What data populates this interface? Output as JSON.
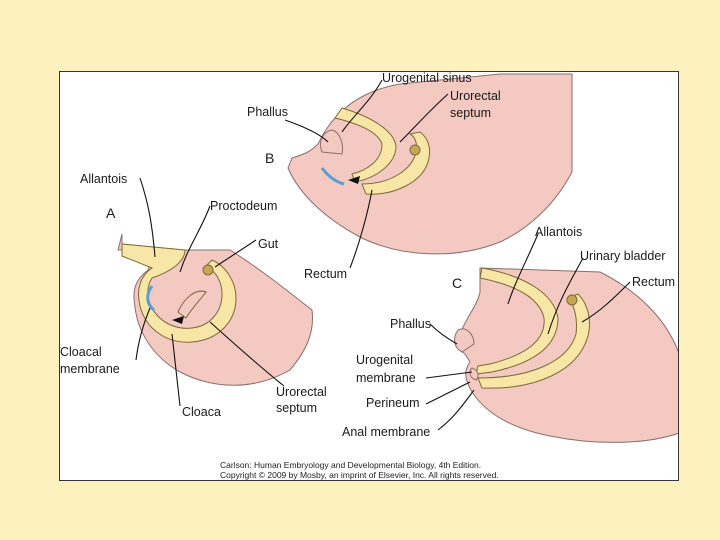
{
  "colors": {
    "background": "#fdf1c0",
    "tissue": "#f3c9c2",
    "tissue_edge": "#8a6e6a",
    "tube": "#f7e6a6",
    "membrane": "#5a9fd4"
  },
  "panels": {
    "a": {
      "letter": "A",
      "labels": {
        "allantois": "Allantois",
        "proctodeum": "Proctodeum",
        "gut": "Gut",
        "cloacal_membrane_1": "Cloacal",
        "cloacal_membrane_2": "membrane",
        "cloaca": "Cloaca",
        "urorectal_septum_1": "Urorectal",
        "urorectal_septum_2": "septum"
      }
    },
    "b": {
      "letter": "B",
      "labels": {
        "urogenital_sinus": "Urogenital sinus",
        "phallus": "Phallus",
        "urorectal_septum_1": "Urorectal",
        "urorectal_septum_2": "septum",
        "rectum": "Rectum"
      }
    },
    "c": {
      "letter": "C",
      "labels": {
        "allantois": "Allantois",
        "urinary_bladder": "Urinary bladder",
        "rectum": "Rectum",
        "phallus": "Phallus",
        "urogenital_membrane_1": "Urogenital",
        "urogenital_membrane_2": "membrane",
        "perineum": "Perineum",
        "anal_membrane": "Anal membrane"
      }
    }
  },
  "credit": {
    "line1": "Carlson: Human Embryology and Developmental Biology, 4th Edition.",
    "line2": "Copyright © 2009 by Mosby, an imprint of Elsevier, Inc. All rights reserved."
  }
}
